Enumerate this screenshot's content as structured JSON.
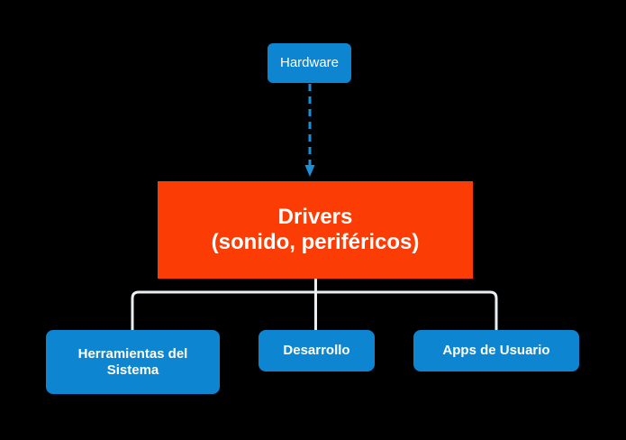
{
  "diagram": {
    "title_text": "",
    "background_color": "#000000",
    "colors": {
      "blue": "#0d85d0",
      "orange": "#fb3c05",
      "connector": "#e9eff3",
      "arrow": "#1b8ed6",
      "text": "#ffffff"
    },
    "nodes": {
      "hardware": {
        "label": "Hardware"
      },
      "drivers": {
        "label_line1": "Drivers",
        "label_line2": "(sonido, periféricos)"
      },
      "tools": {
        "label": "Herramientas del Sistema"
      },
      "development": {
        "label": "Desarrollo"
      },
      "user_apps": {
        "label": "Apps de Usuario"
      }
    },
    "connectors": [
      {
        "name": "hardware-to-drivers",
        "style": "dashed",
        "color": "#1b8ed6",
        "arrowhead": "down"
      },
      {
        "name": "drivers-to-tools",
        "style": "solid",
        "color": "#e9eff3",
        "arrowhead": "none"
      },
      {
        "name": "drivers-to-development",
        "style": "solid",
        "color": "#e9eff3",
        "arrowhead": "none"
      },
      {
        "name": "drivers-to-user-apps",
        "style": "solid",
        "color": "#e9eff3",
        "arrowhead": "none"
      }
    ]
  }
}
